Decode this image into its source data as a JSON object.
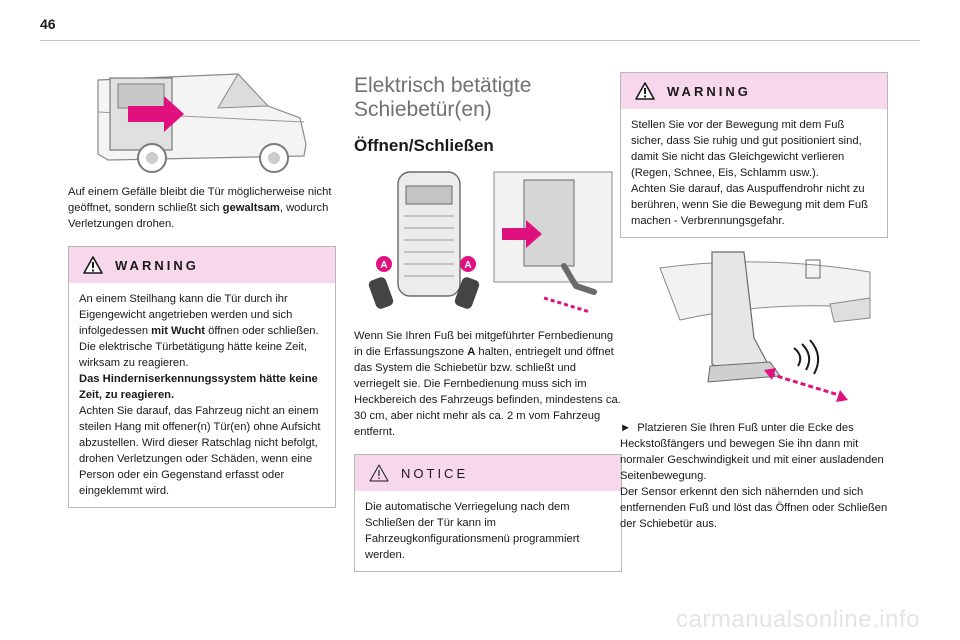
{
  "page": {
    "number": "46",
    "footer": "carmanualsonline.info"
  },
  "col1": {
    "intro_p1": "Auf einem Gefälle bleibt die Tür möglicherweise nicht geöffnet, sondern schließt sich ",
    "intro_bold": "gewaltsam",
    "intro_p2": ", wodurch Verletzungen drohen.",
    "warning": {
      "title": "WARNING",
      "l1": "An einem Steilhang kann die Tür durch ihr Eigengewicht angetrieben werden und sich infolgedessen ",
      "l1_bold": "mit Wucht",
      "l1_end": " öffnen oder schließen.",
      "l2": "Die elektrische Türbetätigung hätte keine Zeit, wirksam zu reagieren.",
      "l3_bold": "Das Hinderniserkennungssystem hätte keine Zeit, zu reagieren.",
      "l4": "Achten Sie darauf, das Fahrzeug nicht an einem steilen Hang mit offener(n) Tür(en) ohne Aufsicht abzustellen. Wird dieser Ratschlag nicht befolgt, drohen Verletzungen oder Schäden, wenn eine Person oder ein Gegenstand erfasst oder eingeklemmt wird."
    }
  },
  "col2": {
    "section_title": "Elektrisch betätigte Schiebetür(en)",
    "subtitle": "Öffnen/Schließen",
    "zone_label": "A",
    "body_p1": "Wenn Sie Ihren Fuß bei mitgeführter Fernbedienung in die Erfassungszone ",
    "body_bold": "A",
    "body_p2": " halten, entriegelt und öffnet das System die Schiebetür bzw. schließt und verriegelt sie. Die Fernbedienung muss sich im Heckbereich des Fahrzeugs befinden, mindestens ca. 30 cm, aber nicht mehr als ca. 2 m vom Fahrzeug entfernt.",
    "notice": {
      "title": "NOTICE",
      "text": "Die automatische Verriegelung nach dem Schließen der Tür kann im Fahrzeugkonfigurationsmenü programmiert werden."
    }
  },
  "col3": {
    "warning": {
      "title": "WARNING",
      "l1": "Stellen Sie vor der Bewegung mit dem Fuß sicher, dass Sie ruhig und gut positioniert sind, damit Sie nicht das Gleichgewicht verlieren (Regen, Schnee, Eis, Schlamm usw.).",
      "l2": "Achten Sie darauf, das Auspuffendrohr nicht zu berühren, wenn Sie die Bewegung mit dem Fuß machen - Verbrennungsgefahr."
    },
    "step_marker": "►",
    "step1": "Platzieren Sie Ihren Fuß unter die Ecke des Heckstoßfängers und bewegen Sie ihn dann mit normaler Geschwindigkeit und mit einer ausladenden Seitenbewegung.",
    "step2": "Der Sensor erkennt den sich nähernden und sich entfernenden Fuß und löst das Öffnen oder Schließen der Schiebetür aus."
  },
  "colors": {
    "accent": "#e0117f",
    "warning_bg": "#f7d7ec",
    "title_gray": "#707070"
  }
}
